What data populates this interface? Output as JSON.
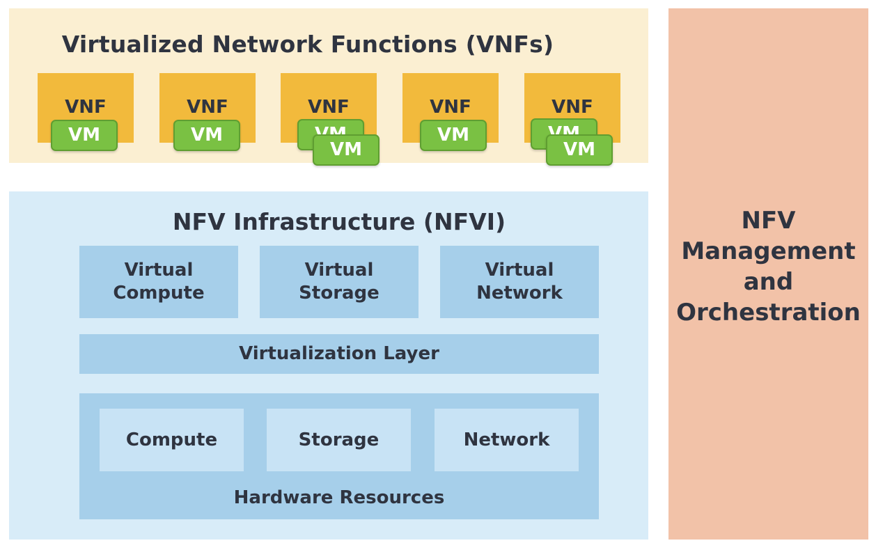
{
  "vnf_section": {
    "title": "Virtualized Network Functions (VNFs)",
    "vnfs": [
      {
        "label": "VNF",
        "vms": [
          "VM"
        ]
      },
      {
        "label": "VNF",
        "vms": [
          "VM"
        ]
      },
      {
        "label": "VNF",
        "vms": [
          "VM",
          "VM"
        ]
      },
      {
        "label": "VNF",
        "vms": [
          "VM"
        ]
      },
      {
        "label": "VNF",
        "vms": [
          "VM",
          "VM"
        ]
      }
    ]
  },
  "nfvi_section": {
    "title": "NFV Infrastructure (NFVI)",
    "virtual_resources": [
      {
        "line1": "Virtual",
        "line2": "Compute"
      },
      {
        "line1": "Virtual",
        "line2": "Storage"
      },
      {
        "line1": "Virtual",
        "line2": "Network"
      }
    ],
    "virtualization_layer": "Virtualization Layer",
    "hardware_resources": {
      "label": "Hardware Resources",
      "items": [
        "Compute",
        "Storage",
        "Network"
      ]
    }
  },
  "mano": {
    "lines": [
      "NFV",
      "Management",
      "and",
      "Orchestration"
    ]
  },
  "colors": {
    "vnf_background": "#fbefd2",
    "vnf_box": "#f2ba3c",
    "vm_badge": "#7ac143",
    "nfvi_background": "#d8ecf8",
    "nfvi_block": "#a6cfea",
    "hardware_item": "#c8e3f5",
    "mano_background": "#f2c2a8"
  }
}
